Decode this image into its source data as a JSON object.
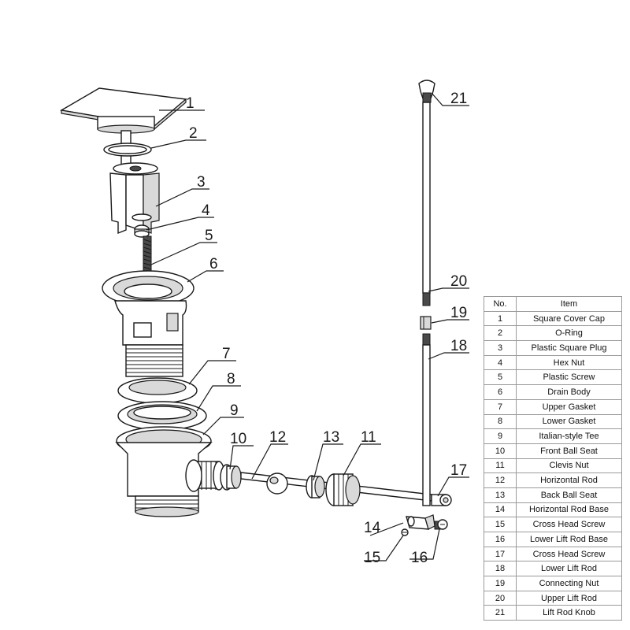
{
  "callouts": [
    "1",
    "2",
    "3",
    "4",
    "5",
    "6",
    "7",
    "8",
    "9",
    "10",
    "11",
    "12",
    "13",
    "14",
    "15",
    "16",
    "17",
    "18",
    "19",
    "20",
    "21"
  ],
  "table": {
    "headers": {
      "no": "No.",
      "item": "Item"
    },
    "rows": [
      {
        "no": "1",
        "item": "Square Cover Cap"
      },
      {
        "no": "2",
        "item": "O-Ring"
      },
      {
        "no": "3",
        "item": "Plastic Square Plug"
      },
      {
        "no": "4",
        "item": "Hex Nut"
      },
      {
        "no": "5",
        "item": "Plastic Screw"
      },
      {
        "no": "6",
        "item": "Drain Body"
      },
      {
        "no": "7",
        "item": "Upper Gasket"
      },
      {
        "no": "8",
        "item": "Lower Gasket"
      },
      {
        "no": "9",
        "item": "Italian-style Tee"
      },
      {
        "no": "10",
        "item": "Front Ball Seat"
      },
      {
        "no": "11",
        "item": "Clevis Nut"
      },
      {
        "no": "12",
        "item": "Horizontal Rod"
      },
      {
        "no": "13",
        "item": "Back Ball Seat"
      },
      {
        "no": "14",
        "item": "Horizontal Rod Base"
      },
      {
        "no": "15",
        "item": "Cross Head Screw"
      },
      {
        "no": "16",
        "item": "Lower Lift Rod Base"
      },
      {
        "no": "17",
        "item": "Cross Head Screw"
      },
      {
        "no": "18",
        "item": "Lower Lift Rod"
      },
      {
        "no": "19",
        "item": "Connecting Nut"
      },
      {
        "no": "20",
        "item": "Upper Lift Rod"
      },
      {
        "no": "21",
        "item": "Lift Rod Knob"
      }
    ]
  }
}
